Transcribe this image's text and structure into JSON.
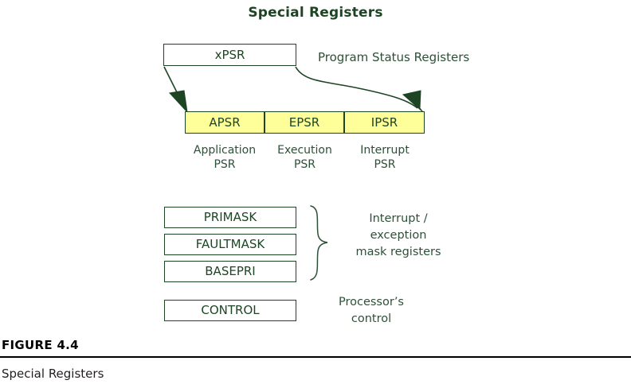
{
  "figure": {
    "title": "Special Registers",
    "number_label": "FIGURE 4.4",
    "caption": "Special Registers"
  },
  "colors": {
    "green_dark": "#1d4524",
    "green_text": "#2d5037",
    "yellow_fill": "#ffff99",
    "black": "#000000",
    "white": "#ffffff"
  },
  "diagram": {
    "xpsr": {
      "label": "xPSR",
      "annotation": "Program Status Registers"
    },
    "psr_fields": [
      {
        "label": "APSR",
        "sub_line1": "Application",
        "sub_line2": "PSR"
      },
      {
        "label": "EPSR",
        "sub_line1": "Execution",
        "sub_line2": "PSR"
      },
      {
        "label": "IPSR",
        "sub_line1": "Interrupt",
        "sub_line2": "PSR"
      }
    ],
    "mask_registers": [
      {
        "label": "PRIMASK"
      },
      {
        "label": "FAULTMASK"
      },
      {
        "label": "BASEPRI"
      }
    ],
    "mask_description": {
      "line1": "Interrupt /",
      "line2": "exception",
      "line3": "mask registers"
    },
    "control_register": {
      "label": "CONTROL",
      "desc_line1": "Processor’s",
      "desc_line2": "control"
    }
  }
}
